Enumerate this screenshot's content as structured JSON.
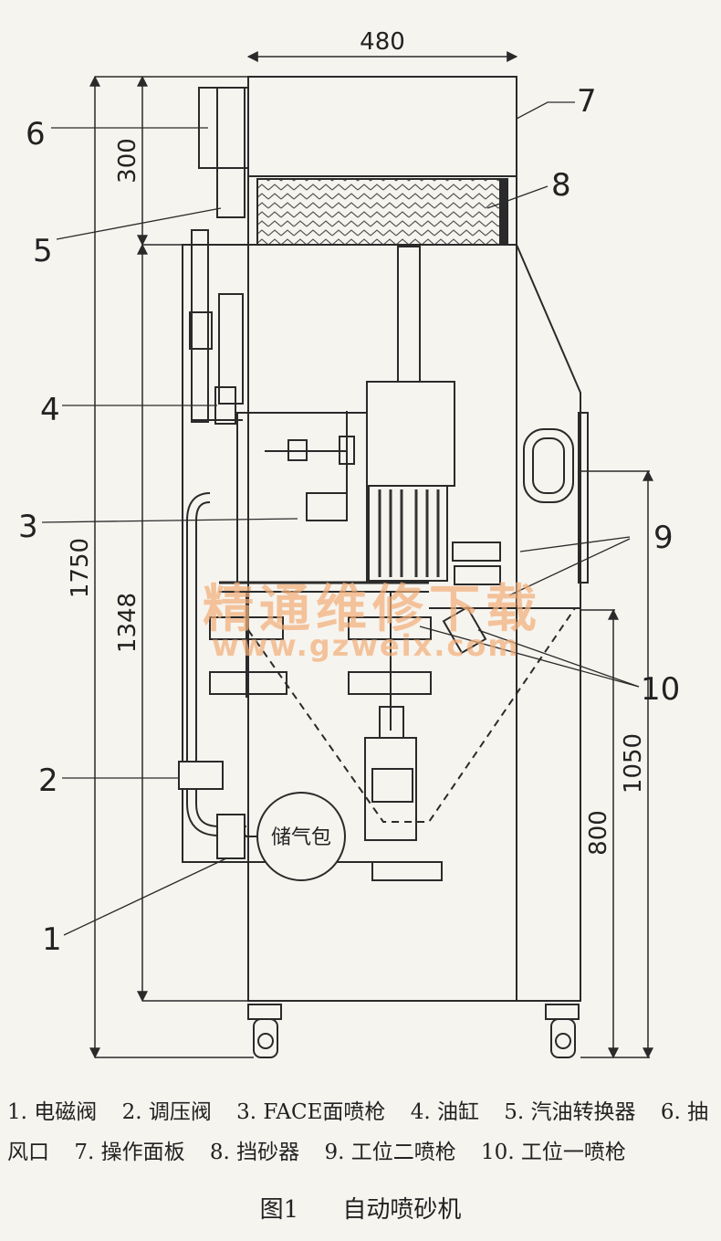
{
  "dimensions": {
    "width_480": "480",
    "height_300": "300",
    "height_1750": "1750",
    "height_1348": "1348",
    "height_1050": "1050",
    "height_800": "800"
  },
  "callouts": [
    "1",
    "2",
    "3",
    "4",
    "5",
    "6",
    "7",
    "8",
    "9",
    "10"
  ],
  "inner_label": "储气包",
  "watermark": {
    "line1": "精通维修下载",
    "line2": "www.gzweix.com"
  },
  "legend": {
    "row1": [
      "1. 电磁阀",
      "2. 调压阀",
      "3. FACE面喷枪",
      "4. 油缸",
      "5. 汽油转换器",
      "6. 抽"
    ],
    "row2": [
      "风口",
      "7. 操作面板",
      "8. 挡砂器",
      "9. 工位二喷枪",
      "10. 工位一喷枪"
    ]
  },
  "caption": {
    "figure_no": "图1",
    "title": "自动喷砂机"
  },
  "colors": {
    "line": "#2a2a2a",
    "paper": "#f6f4ef",
    "watermark": "#f3b07a"
  }
}
